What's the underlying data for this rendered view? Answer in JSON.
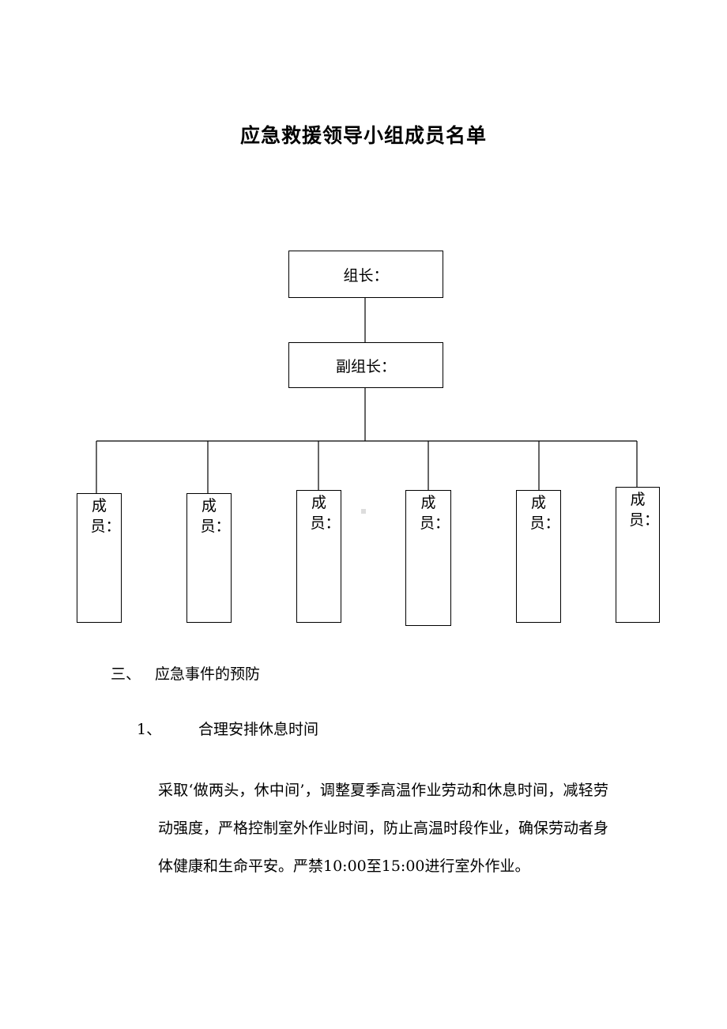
{
  "document": {
    "title": "应急救援领导小组成员名单"
  },
  "org_chart": {
    "leader_label": "组长：",
    "deputy_label": "副组长：",
    "members": [
      {
        "label": "成员："
      },
      {
        "label": "成员："
      },
      {
        "label": "成员："
      },
      {
        "label": "成员："
      },
      {
        "label": "成员："
      },
      {
        "label": "成员："
      }
    ]
  },
  "section": {
    "number": "三、",
    "title": "应急事件的预防"
  },
  "subsection": {
    "number": "1、",
    "title": "合理安排休息时间"
  },
  "paragraph": {
    "text": "采取‘做两头，休中间’，调整夏季高温作业劳动和休息时间，减轻劳动强度，严格控制室外作业时间，防止高温时段作业，确保劳动者身体健康和生命平安。严禁10:00至15:00进行室外作业。"
  }
}
